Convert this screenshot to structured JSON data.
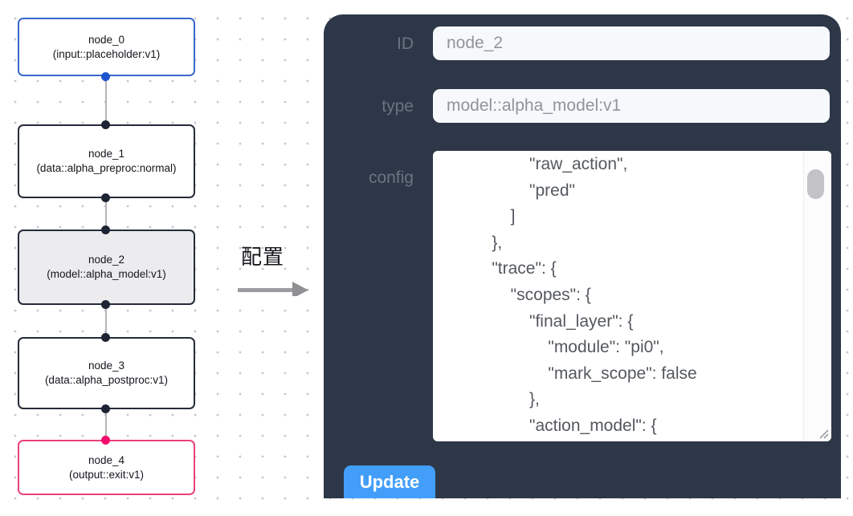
{
  "flow": {
    "nodes": [
      {
        "id": "node_0",
        "label": "node_0",
        "sublabel": "(input::placeholder:v1)",
        "accent": "#3a66cc"
      },
      {
        "id": "node_1",
        "label": "node_1",
        "sublabel": "(data::alpha_preproc:normal)",
        "accent": "#252b3b"
      },
      {
        "id": "node_2",
        "label": "node_2",
        "sublabel": "(model::alpha_model:v1)",
        "accent": "#252b3b",
        "selected": true
      },
      {
        "id": "node_3",
        "label": "node_3",
        "sublabel": "(data::alpha_postproc:v1)",
        "accent": "#252b3b"
      },
      {
        "id": "node_4",
        "label": "node_4",
        "sublabel": "(output::exit:v1)",
        "accent": "#e8417c"
      }
    ]
  },
  "transition": {
    "label": "配置"
  },
  "panel": {
    "id_label": "ID",
    "id_value": "node_2",
    "type_label": "type",
    "type_value": "model::alpha_model:v1",
    "config_label": "config",
    "config_text": "                  \"raw_action\",\n                  \"pred\"\n              ]\n          },\n          \"trace\": {\n              \"scopes\": {\n                  \"final_layer\": {\n                      \"module\": \"pi0\",\n                      \"mark_scope\": false\n                  },\n                  \"action_model\": {",
    "update_label": "Update",
    "colors": {
      "panel_bg": "#2d3748",
      "button_blue": "#429ef9",
      "node0_accent": "#3a66cc",
      "node4_accent": "#e8417c",
      "selected_node_bg": "#ececee"
    }
  }
}
